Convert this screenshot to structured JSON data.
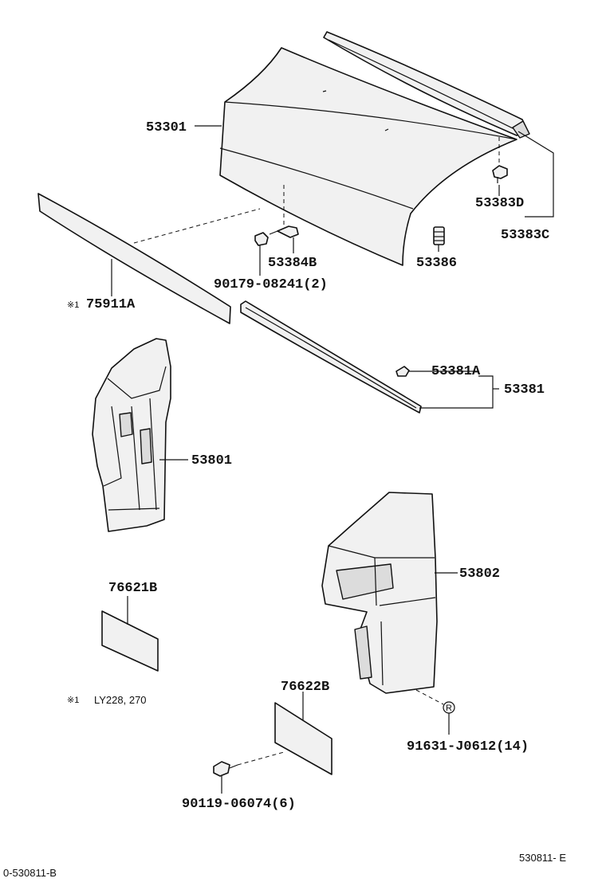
{
  "parts": {
    "p53301": "53301",
    "p53383d": "53383D",
    "p53383c": "53383C",
    "p53384b": "53384B",
    "p53386": "53386",
    "p90179": "90179-08241(2)",
    "p75911a": "75911A",
    "p53381a": "53381A",
    "p53381": "53381",
    "p53801": "53801",
    "p76621b": "76621B",
    "p53802": "53802",
    "p76622b": "76622B",
    "p91631": "91631-J0612(14)",
    "p90119": "90119-06074(6)"
  },
  "notes": {
    "mark1_a": "※1",
    "mark1_b": "※1",
    "note_text": "LY228, 270",
    "circle_r": "R"
  },
  "footer": {
    "left_code": "0-530811-B",
    "right_code": "530811- E"
  }
}
